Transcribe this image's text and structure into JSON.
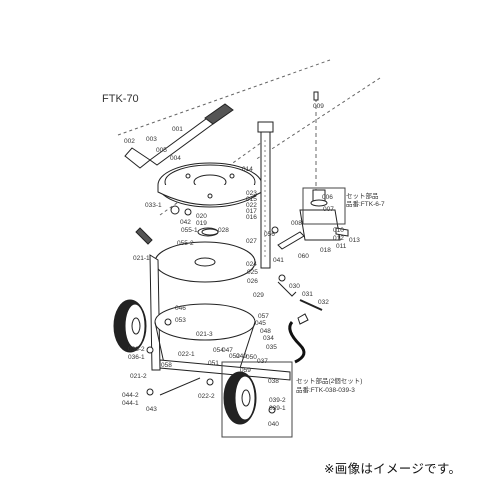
{
  "diagram": {
    "title": "FTK-70",
    "note": "※画像はイメージです。",
    "set_part_top": {
      "line1": "セット部品",
      "line2": "品番:FTK-6-7"
    },
    "set_part_bottom": {
      "line1": "セット部品(2個セット)",
      "line2": "品番:FTK-038-039-3"
    },
    "labels": [
      "001",
      "002",
      "003",
      "004",
      "005",
      "006",
      "007",
      "008",
      "009",
      "010",
      "011",
      "012",
      "013",
      "014",
      "015",
      "016",
      "017",
      "018",
      "019",
      "020",
      "021-1",
      "021-2",
      "021-3",
      "022",
      "022-1",
      "022-2",
      "023",
      "024",
      "025",
      "026",
      "027",
      "028",
      "029",
      "030",
      "031",
      "032",
      "033-1",
      "034",
      "035",
      "036-1",
      "036-2",
      "037",
      "038",
      "039-1",
      "039-2",
      "040",
      "041",
      "042",
      "043",
      "044-1",
      "044-2",
      "045",
      "046",
      "047",
      "048",
      "049",
      "050",
      "051",
      "052",
      "053",
      "054",
      "055-1",
      "055-2",
      "056",
      "057",
      "058",
      "059",
      "060"
    ]
  }
}
